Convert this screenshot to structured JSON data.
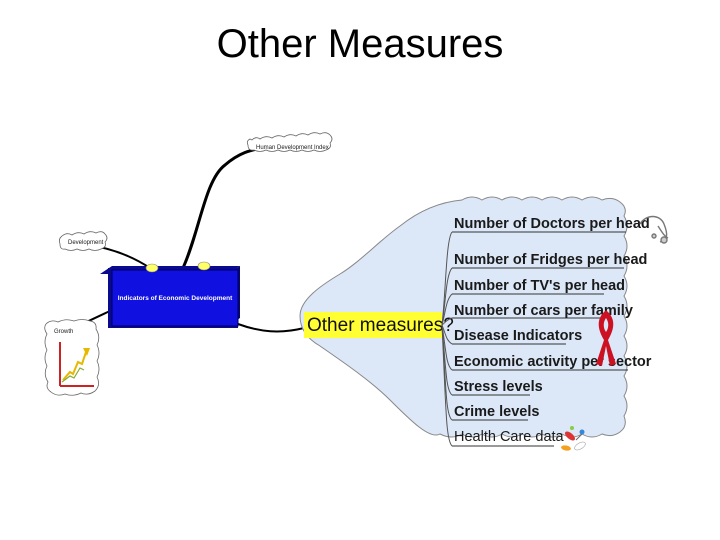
{
  "slide": {
    "title": "Other Measures"
  },
  "mindmap": {
    "central_topic": "Indicators of Economic Development",
    "left_topics": [
      {
        "label": "Human Development Index"
      },
      {
        "label": "Development"
      },
      {
        "label": "Growth"
      }
    ],
    "focus_topic": "Other measures?",
    "items": [
      "Number of Doctors per head",
      "Number of Fridges per head",
      "Number of TV's per head",
      "Number of cars per family",
      "Disease Indicators",
      "Economic activity per sector",
      "Stress levels",
      "Crime levels",
      "Health Care data"
    ]
  },
  "colors": {
    "central_box": "#1010e0",
    "cloud_fill": "#dce8f8",
    "focus_highlight": "#ffff33",
    "ribbon": "#cc1122"
  },
  "icons": [
    "stethoscope-icon",
    "red-ribbon-icon",
    "pills-icon",
    "growth-chart-icon"
  ]
}
